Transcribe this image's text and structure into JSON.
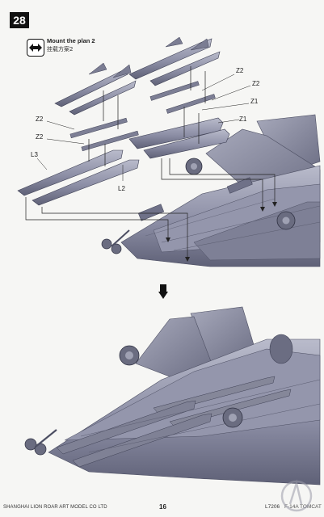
{
  "step": {
    "number": "28"
  },
  "instruction": {
    "icon": "double-arrow-icon",
    "title": "Mount the plan 2",
    "subtitle": "挂载方案2"
  },
  "part_labels": {
    "z2_upper_right": "Z2",
    "z2_upper_right_b": "Z2",
    "z1_right_a": "Z1",
    "z1_right_b": "Z1",
    "z2_left_a": "Z2",
    "z2_left_b": "Z2",
    "l3": "L3",
    "l2": "L2"
  },
  "footer": {
    "publisher": "SHANGHAI LION ROAR ART MODEL CO LTD",
    "page_number": "16",
    "kit_code": "L7206",
    "kit_name": "F-14A TOMCAT"
  },
  "colors": {
    "metal": "#8d8fa6",
    "metal_dark": "#5f6177",
    "metal_light": "#b9bbcb",
    "background": "#f6f6f4"
  }
}
